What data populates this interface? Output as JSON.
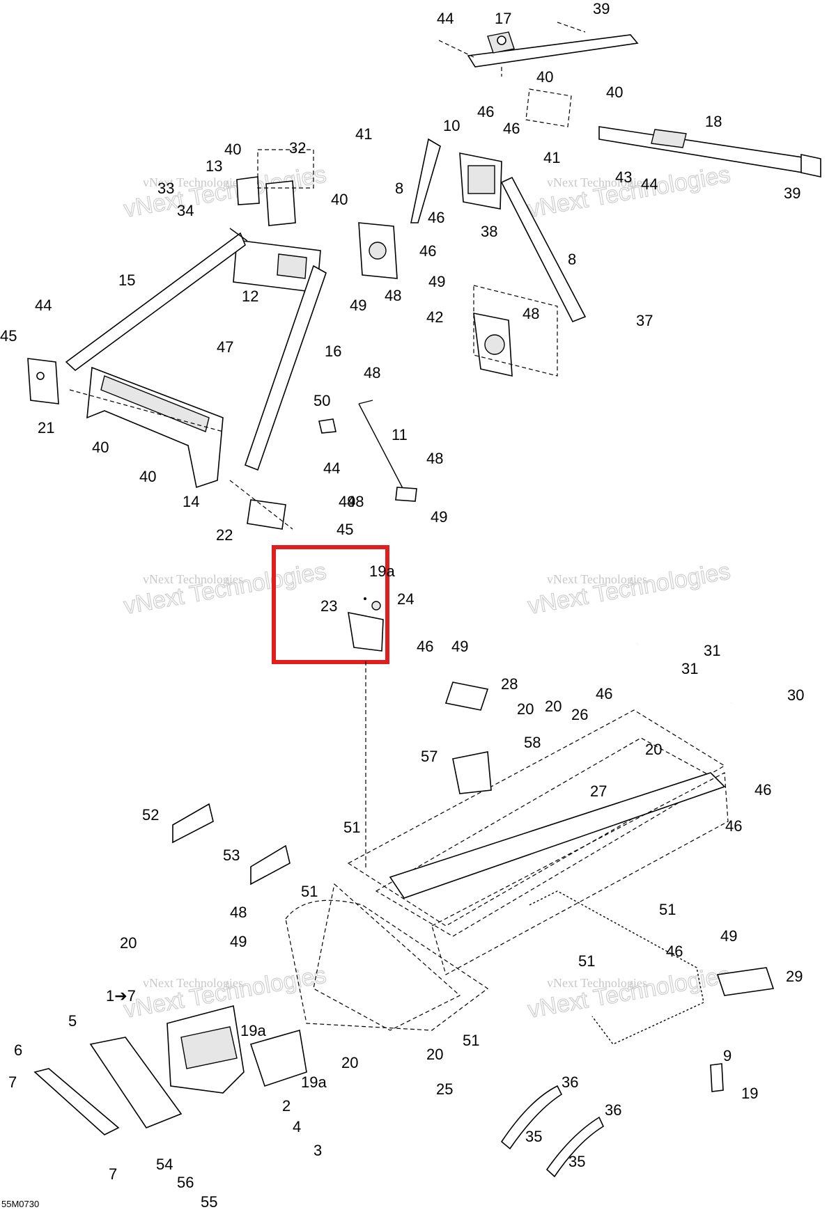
{
  "diagram_code": "55M0730",
  "watermark": "vNext Technologies",
  "callouts": [
    "44",
    "17",
    "39",
    "40",
    "40",
    "46",
    "46",
    "10",
    "18",
    "41",
    "41",
    "43",
    "44",
    "39",
    "40",
    "32",
    "13",
    "33",
    "34",
    "40",
    "8",
    "46",
    "38",
    "46",
    "15",
    "12",
    "49",
    "48",
    "8",
    "49",
    "42",
    "48",
    "37",
    "44",
    "45",
    "47",
    "16",
    "21",
    "40",
    "40",
    "48",
    "50",
    "11",
    "44",
    "48",
    "14",
    "22",
    "45",
    "48",
    "49",
    "49",
    "19a",
    "24",
    "23",
    "46",
    "49",
    "28",
    "31",
    "31",
    "30",
    "20",
    "20",
    "46",
    "26",
    "58",
    "20",
    "57",
    "27",
    "46",
    "52",
    "51",
    "46",
    "53",
    "51",
    "51",
    "48",
    "49",
    "20",
    "1➔7",
    "5",
    "19a",
    "51",
    "46",
    "49",
    "29",
    "6",
    "7",
    "20",
    "19a",
    "2",
    "4",
    "3",
    "54",
    "56",
    "55",
    "7",
    "25",
    "36",
    "35",
    "36",
    "35",
    "51",
    "9",
    "19",
    "20"
  ],
  "highlight_color": "#e01e1e"
}
